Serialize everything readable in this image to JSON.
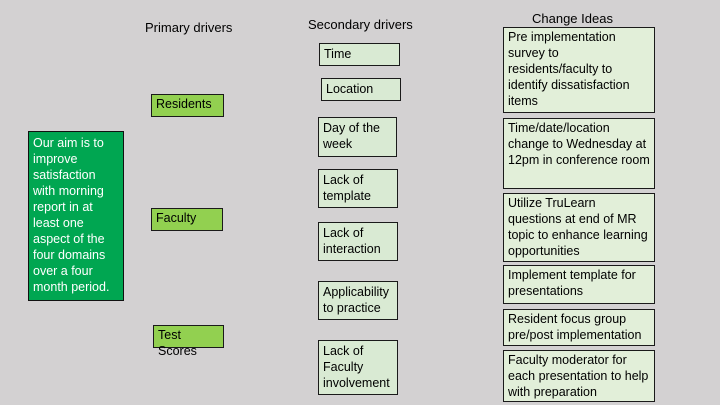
{
  "headers": {
    "primary": "Primary drivers",
    "secondary": "Secondary drivers",
    "ideas": "Change Ideas"
  },
  "aim": "Our aim is to improve satisfaction with morning report in at least one aspect of the four domains over a four month period.",
  "primary_drivers": [
    "Residents",
    "Faculty",
    "Test Scores"
  ],
  "secondary_drivers": [
    "Time",
    "Location",
    "Day of the week",
    "Lack of template",
    "Lack of interaction",
    "Applicability to practice",
    "Lack of Faculty involvement"
  ],
  "change_ideas": [
    "Pre implementation survey to residents/faculty  to identify dissatisfaction items",
    "Time/date/location change to Wednesday at 12pm in conference room",
    "Utilize TruLearn questions at end of MR topic to enhance learning opportunities",
    "Implement template for presentations",
    "Resident focus group pre/post implementation",
    "Faculty moderator for each presentation to help with preparation"
  ]
}
